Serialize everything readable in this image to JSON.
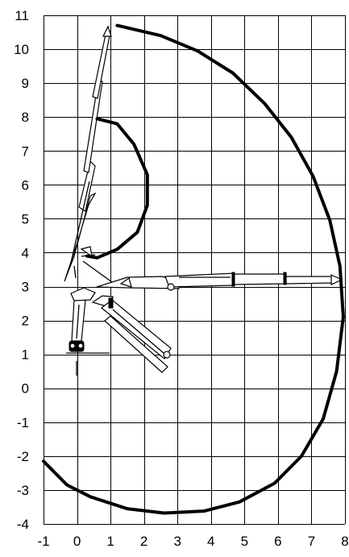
{
  "chart_data": {
    "type": "line",
    "title": "",
    "xlabel": "",
    "ylabel": "",
    "xlim": [
      -1,
      8
    ],
    "ylim": [
      -4,
      11
    ],
    "x_ticks": [
      -1,
      0,
      1,
      2,
      3,
      4,
      5,
      6,
      7,
      8
    ],
    "y_ticks": [
      11,
      10,
      9,
      8,
      7,
      6,
      5,
      4,
      3,
      2,
      1,
      0,
      -1,
      -2,
      -3,
      -4
    ],
    "x_tick_labels": [
      "-1",
      "0",
      "1",
      "2",
      "3",
      "4",
      "5",
      "6",
      "7",
      "8"
    ],
    "y_tick_labels": [
      "11",
      "10",
      "9",
      "8",
      "7",
      "6",
      "5",
      "4",
      "3",
      "2",
      "1",
      "0",
      "-1",
      "-2",
      "-3",
      "-4"
    ],
    "grid": true,
    "legend": "none",
    "series": [
      {
        "role": "outer_reach_envelope",
        "points": [
          {
            "x": 1.2,
            "y": 10.7
          },
          {
            "x": 2.5,
            "y": 10.4
          },
          {
            "x": 3.6,
            "y": 9.95
          },
          {
            "x": 4.65,
            "y": 9.3
          },
          {
            "x": 5.6,
            "y": 8.4
          },
          {
            "x": 6.4,
            "y": 7.4
          },
          {
            "x": 7.05,
            "y": 6.25
          },
          {
            "x": 7.55,
            "y": 4.95
          },
          {
            "x": 7.85,
            "y": 3.6
          },
          {
            "x": 7.95,
            "y": 2.1
          },
          {
            "x": 7.75,
            "y": 0.5
          },
          {
            "x": 7.35,
            "y": -0.9
          },
          {
            "x": 6.7,
            "y": -2.0
          },
          {
            "x": 5.9,
            "y": -2.8
          },
          {
            "x": 4.85,
            "y": -3.35
          },
          {
            "x": 3.8,
            "y": -3.62
          },
          {
            "x": 2.6,
            "y": -3.68
          },
          {
            "x": 1.5,
            "y": -3.55
          },
          {
            "x": 0.4,
            "y": -3.2
          },
          {
            "x": -0.3,
            "y": -2.85
          },
          {
            "x": -1.0,
            "y": -2.15
          }
        ]
      },
      {
        "role": "inner_reach_envelope",
        "points": [
          {
            "x": 0.6,
            "y": 7.95
          },
          {
            "x": 1.2,
            "y": 7.8
          },
          {
            "x": 1.7,
            "y": 7.2
          },
          {
            "x": 2.1,
            "y": 6.3
          },
          {
            "x": 2.1,
            "y": 5.4
          },
          {
            "x": 1.8,
            "y": 4.6
          },
          {
            "x": 1.2,
            "y": 4.1
          },
          {
            "x": 0.6,
            "y": 3.85
          },
          {
            "x": 0.3,
            "y": 3.9
          }
        ]
      }
    ],
    "line_color": "#000000"
  },
  "crane": {
    "line_color": "#000000"
  }
}
